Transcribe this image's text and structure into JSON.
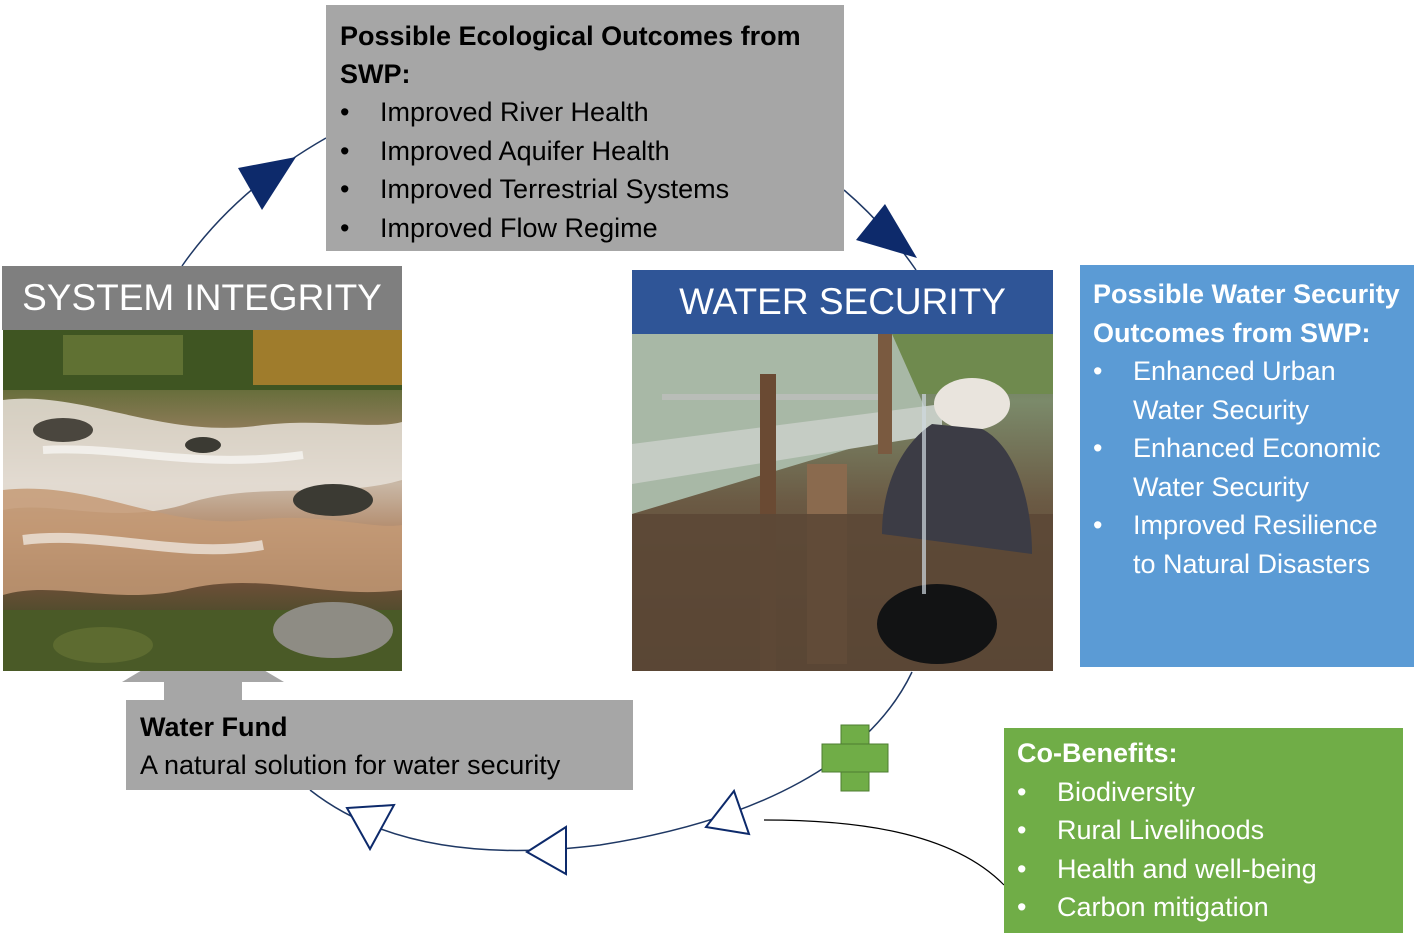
{
  "ecological_outcomes": {
    "title": "Possible Ecological Outcomes from SWP:",
    "items": [
      "Improved River Health",
      "Improved Aquifer Health",
      "Improved Terrestrial Systems",
      "Improved Flow Regime"
    ]
  },
  "system_integrity": {
    "label": "SYSTEM INTEGRITY",
    "photo": "river-photo"
  },
  "water_security": {
    "label": "WATER SECURITY",
    "photo": "water-tap-photo"
  },
  "water_security_outcomes": {
    "title": "Possible Water Security Outcomes from SWP:",
    "items": [
      "Enhanced Urban Water Security",
      "Enhanced Economic Water Security",
      "Improved Resilience to Natural Disasters"
    ]
  },
  "water_fund": {
    "title": "Water Fund",
    "subtitle": "A natural solution for water security"
  },
  "co_benefits": {
    "title": "Co-Benefits:",
    "items": [
      "Biodiversity",
      "Rural Livelihoods",
      "Health and well-being",
      "Carbon mitigation"
    ]
  },
  "bullet": "•",
  "colors": {
    "grey_box": "#a6a6a6",
    "dark_grey_header": "#7f7f7f",
    "navy_header": "#2f5597",
    "blue_box": "#5b9bd5",
    "green_box": "#70ad47",
    "arrow_navy": "#0d2a6b"
  }
}
